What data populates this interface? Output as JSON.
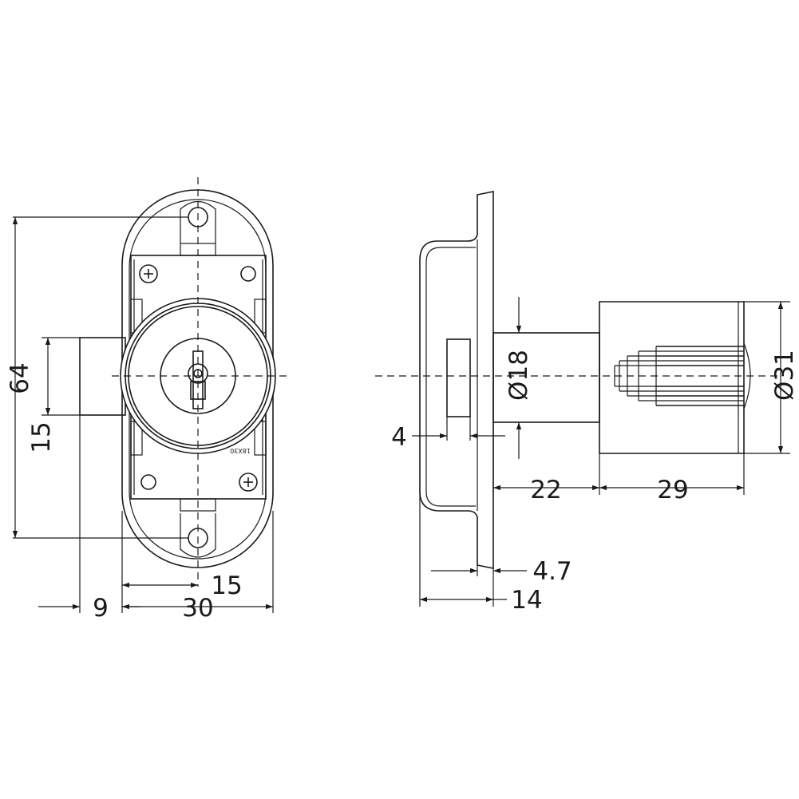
{
  "front_view": {
    "dimensions": {
      "height": "64",
      "cam_width": "15",
      "body_width": "30",
      "half_width": "15",
      "cam_offset": "9"
    },
    "stamp_text": "18X30"
  },
  "side_view": {
    "dimensions": {
      "thread_diameter": "Ø18",
      "head_diameter": "Ø31",
      "gap": "4",
      "neck_length": "22",
      "head_length": "29",
      "flange": "4.7",
      "body_depth": "14"
    }
  },
  "colors": {
    "line": "#1a1a1a",
    "background": "#ffffff"
  }
}
